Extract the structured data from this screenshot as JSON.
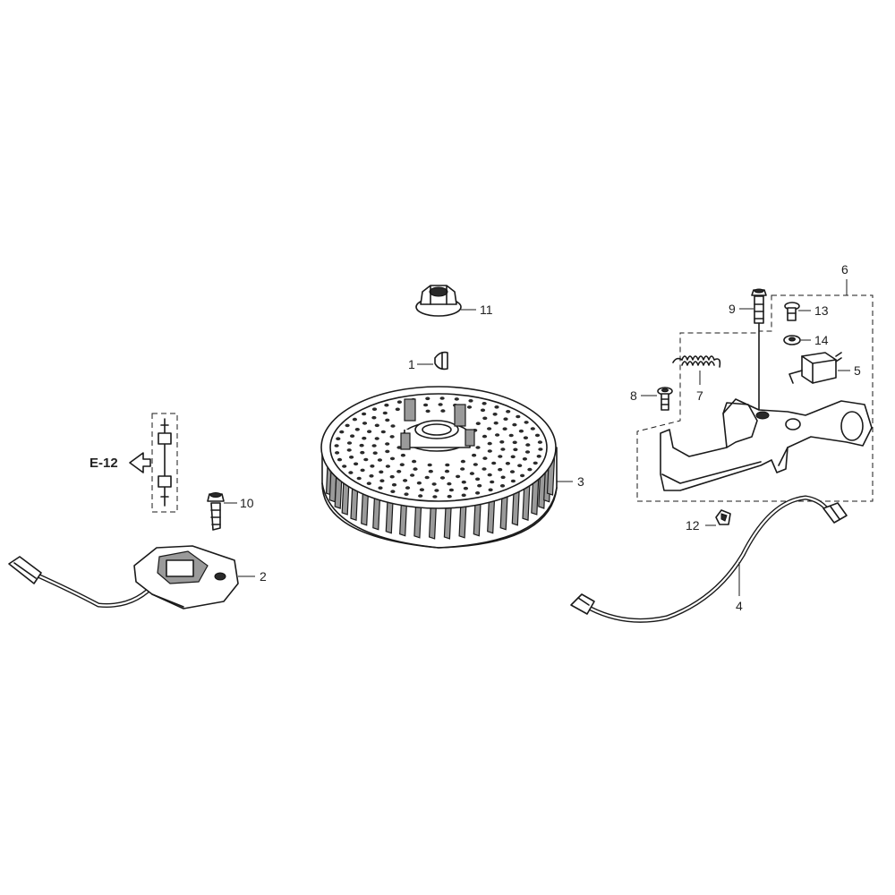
{
  "reference": {
    "label": "E-12"
  },
  "callouts": [
    {
      "id": "1",
      "text": "1"
    },
    {
      "id": "2",
      "text": "2"
    },
    {
      "id": "3",
      "text": "3"
    },
    {
      "id": "4",
      "text": "4"
    },
    {
      "id": "5",
      "text": "5"
    },
    {
      "id": "6",
      "text": "6"
    },
    {
      "id": "7",
      "text": "7"
    },
    {
      "id": "8",
      "text": "8"
    },
    {
      "id": "9",
      "text": "9"
    },
    {
      "id": "10",
      "text": "10"
    },
    {
      "id": "11",
      "text": "11"
    },
    {
      "id": "12",
      "text": "12"
    },
    {
      "id": "13",
      "text": "13"
    },
    {
      "id": "14",
      "text": "14"
    }
  ]
}
